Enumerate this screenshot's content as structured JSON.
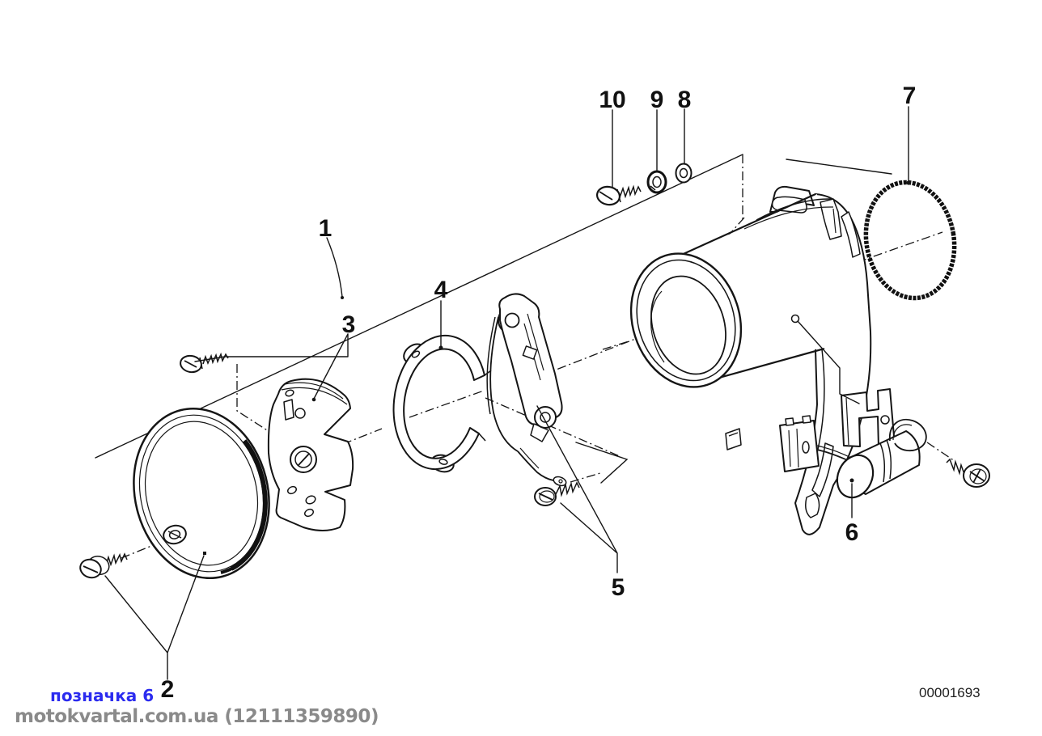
{
  "page": {
    "background_color": "#ffffff",
    "line_color": "#151515"
  },
  "diagram": {
    "type": "exploded-parts-diagram",
    "subject": "distributor-ignition-assembly",
    "callouts": [
      {
        "label": "1",
        "part": "assembly-plane-line"
      },
      {
        "label": "2",
        "part": "distributor-cap-with-screw"
      },
      {
        "label": "3",
        "part": "advance-plate-with-screw"
      },
      {
        "label": "4",
        "part": "breaker-base-ring"
      },
      {
        "label": "5",
        "part": "contact-breaker-points-with-screw"
      },
      {
        "label": "6",
        "part": "condenser"
      },
      {
        "label": "7",
        "part": "o-ring"
      },
      {
        "label": "8",
        "part": "washer"
      },
      {
        "label": "9",
        "part": "lock-washer"
      },
      {
        "label": "10",
        "part": "screw"
      }
    ]
  },
  "footer": {
    "watermark_label": "позначка 6",
    "watermark_label_color": "#2b2bef",
    "watermark_site": "motokvartal.com.ua (12111359890)",
    "watermark_site_color": "#8a8a8a",
    "doc_number": "00001693",
    "doc_number_color": "#1d1d1d"
  }
}
